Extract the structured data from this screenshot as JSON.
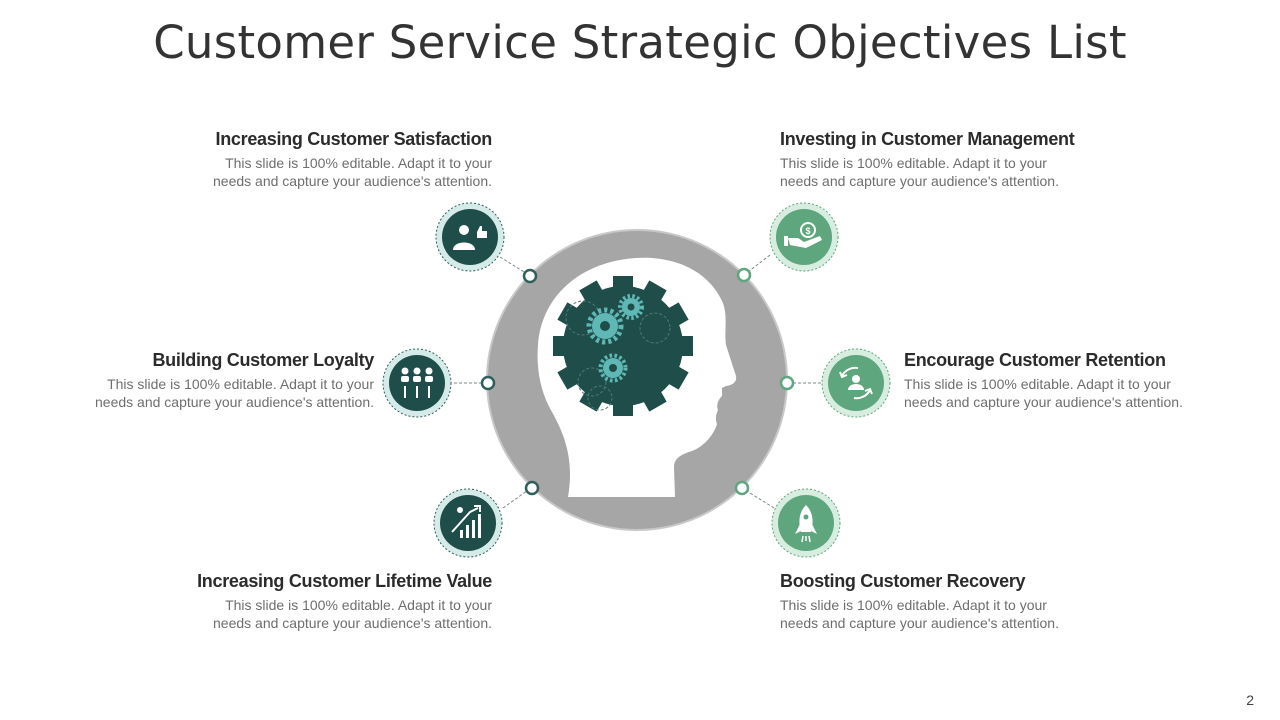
{
  "title": "Customer Service Strategic Objectives List",
  "page_number": "2",
  "colors": {
    "dark_teal": "#1f4e4a",
    "gear_teal": "#5fb8b6",
    "green": "#5ea67d",
    "light_green_ring": "#d6ede0",
    "light_teal_ring": "#d5ebe9",
    "gray_circle": "#a6a6a6"
  },
  "objectives": {
    "top_left": {
      "title": "Increasing Customer Satisfaction",
      "desc": "This slide is 100% editable. Adapt it to your needs and capture your audience's attention.",
      "icon": "customer-thumbs-up-icon"
    },
    "middle_left": {
      "title": "Building Customer Loyalty",
      "desc": "This slide is 100% editable. Adapt it to your needs and capture your audience's attention.",
      "icon": "people-group-icon"
    },
    "bottom_left": {
      "title": "Increasing Customer Lifetime Value",
      "desc": "This slide is 100% editable. Adapt it to your needs and capture your audience's attention.",
      "icon": "growth-chart-icon"
    },
    "top_right": {
      "title": "Investing in Customer Management",
      "desc": "This slide is 100% editable. Adapt it to your needs and capture your audience's attention.",
      "icon": "hand-money-icon"
    },
    "middle_right": {
      "title": "Encourage Customer Retention",
      "desc": "This slide is 100% editable. Adapt it to your needs and capture your audience's attention.",
      "icon": "user-cycle-icon"
    },
    "bottom_right": {
      "title": "Boosting Customer Recovery",
      "desc": "This slide is 100% editable. Adapt it to your needs and capture your audience's attention.",
      "icon": "rocket-icon"
    }
  }
}
